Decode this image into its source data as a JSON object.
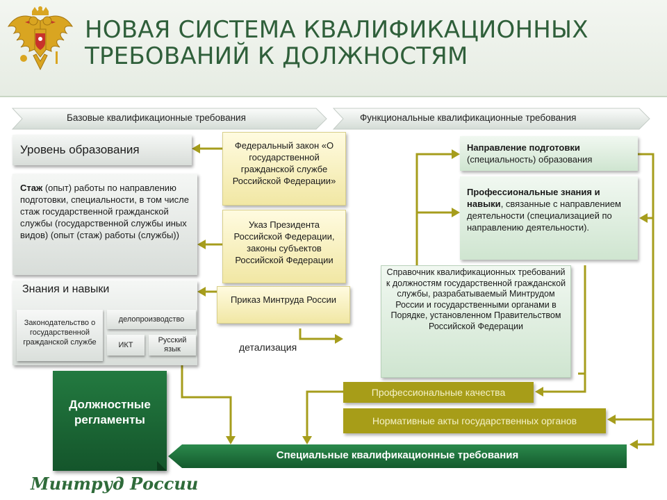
{
  "title": {
    "line1": "НОВАЯ СИСТЕМА КВАЛИФИКАЦИОННЫХ",
    "line2": "ТРЕБОВАНИЙ К ДОЛЖНОСТЯМ"
  },
  "banners": {
    "base": "Базовые квалификационные требования",
    "functional": "Функциональные квалификационные требования",
    "special": "Специальные квалификационные требования"
  },
  "left": {
    "education": "Уровень образования",
    "experience_bold": "Стаж",
    "experience_rest": " (опыт) работы по направлению подготовки, специальности, в том числе стаж государственной гражданской службы (государственной службы иных видов) (опыт (стаж) работы (службы))",
    "knowledge_title": "Знания и навыки",
    "knowledge_items": {
      "law": "Законодательство о государственной гражданской службе",
      "records": "делопроизводство",
      "ict": "ИКТ",
      "russian": "Русский язык"
    }
  },
  "scrolls": {
    "federal_law": "Федеральный закон «О государственной гражданской службе Российской Федерации»",
    "decree": "Указ Президента Российской Федерации, законы субъектов Российской Федерации",
    "order": "Приказ Минтруда России"
  },
  "detail_label": "детализация",
  "right": {
    "direction_bold": "Направление подготовки",
    "direction_rest": " (специальность) образования",
    "prof_bold": "Профессиональные знания и навыки",
    "prof_rest": ", связанные с направлением деятельности (специализацией по направлению деятельности)."
  },
  "handbook": "Справочник квалификационных требований к должностям государственной гражданской службы,  разрабатываемый Минтрудом России и государственными органами в Порядке, установленном Правительством Российской Федерации",
  "olive": {
    "qualities": "Профессиональные качества",
    "acts": "Нормативные акты государственных органов"
  },
  "regulations": "Должностные регламенты",
  "footer_logo": "Минтруд России",
  "colors": {
    "title": "#2f5f3a",
    "dark_green": "#1d6b3a",
    "olive": "#a79d18",
    "arrow": "#a69d1c"
  },
  "icons": {
    "emblem": "double-headed-eagle-emblem"
  }
}
